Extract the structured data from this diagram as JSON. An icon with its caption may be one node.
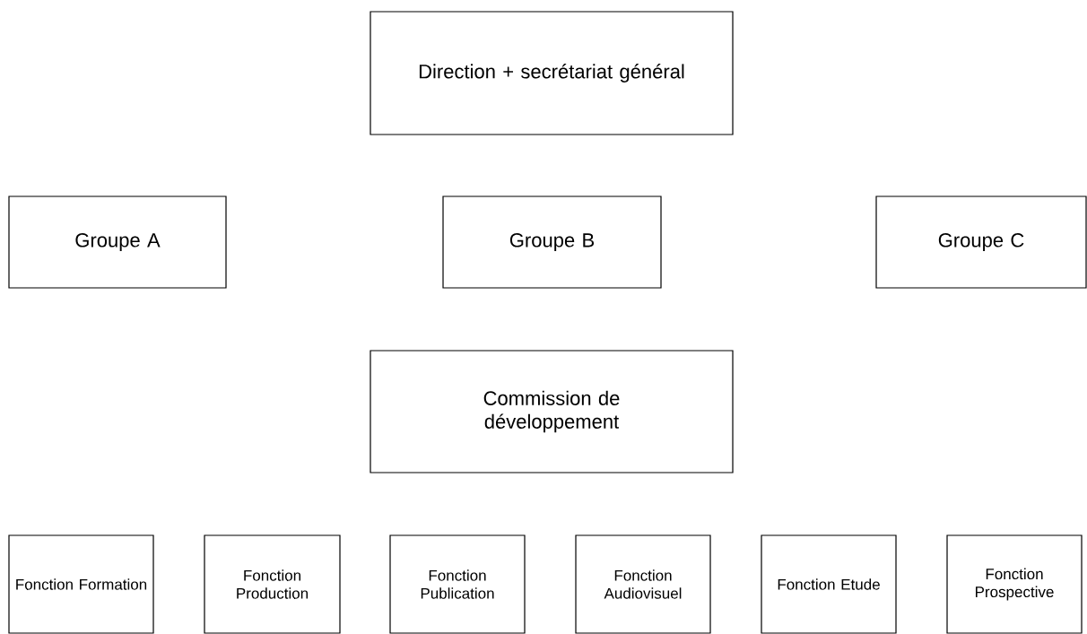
{
  "diagram": {
    "nodes": [
      {
        "text": [
          "Direction + secrétariat général"
        ]
      },
      {
        "text": [
          "Groupe A"
        ]
      },
      {
        "text": [
          "Groupe B"
        ]
      },
      {
        "text": [
          "Groupe C"
        ]
      },
      {
        "text": [
          "Commission de développement"
        ]
      },
      {
        "text": [
          "Fonction Formation"
        ]
      },
      {
        "text": [
          "Fonction Production"
        ]
      },
      {
        "text": [
          "Fonction Publication"
        ]
      },
      {
        "text": [
          "Fonction Audiovisuel"
        ]
      },
      {
        "text": [
          "Fonction Etude"
        ]
      },
      {
        "text": [
          "Fonction Prospective"
        ]
      }
    ]
  }
}
